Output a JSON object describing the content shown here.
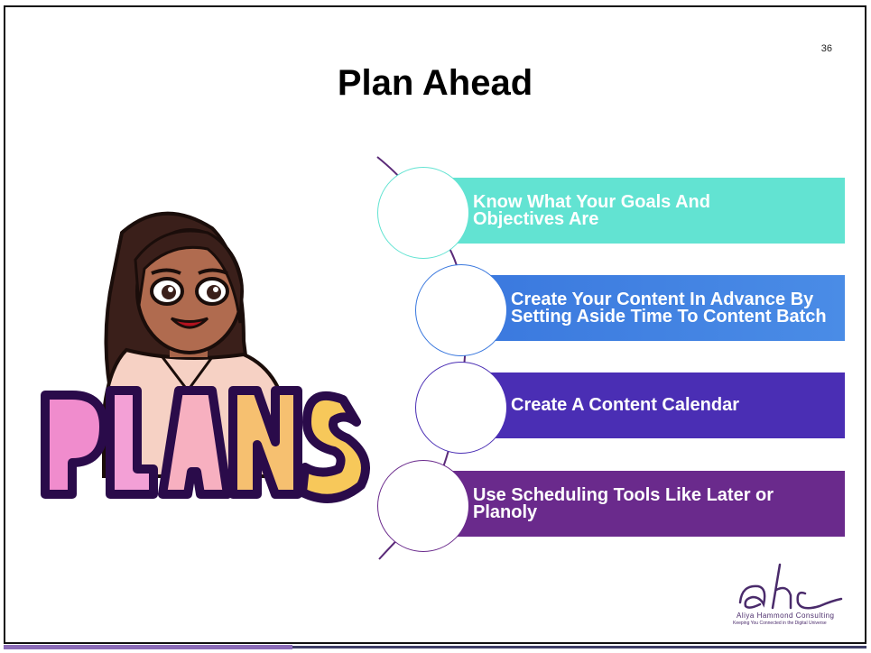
{
  "slide": {
    "title": "Plan Ahead",
    "page_number": "36"
  },
  "steps": [
    {
      "text": "Know What Your Goals And Objectives Are",
      "color": "#5fe0cf"
    },
    {
      "text": "Create Your Content In Advance By Setting Aside Time To Content Batch",
      "color": "#3a7be0"
    },
    {
      "text": "Create A Content Calendar",
      "color": "#4b2fb5"
    },
    {
      "text": "Use Scheduling Tools Like Later or Planoly",
      "color": "#6b2a8a"
    }
  ],
  "illustration": {
    "caption": "PLANS?"
  },
  "logo": {
    "letters": "ahc",
    "name": "Aliya Hammond Consulting",
    "tagline": "Keeping You Connected in the Digital Universe"
  }
}
